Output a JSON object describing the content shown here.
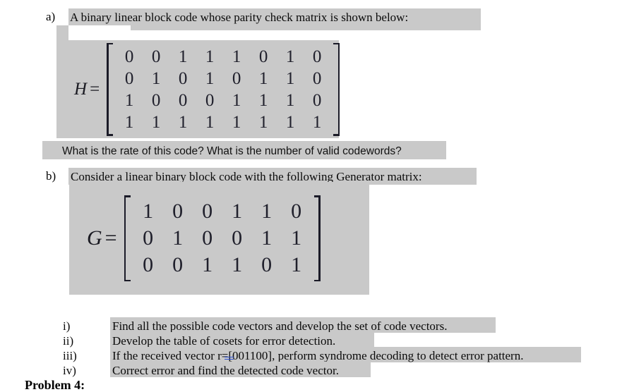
{
  "document": {
    "items": [
      {
        "marker": "a)",
        "text": "A binary linear block code whose parity check matrix is shown below:"
      },
      {
        "marker": "b)",
        "text": "Consider a linear binary block code with the following Generator matrix:"
      }
    ],
    "question_line": "What is the rate of this code? What is the number of valid codewords?",
    "matrices": [
      {
        "label": "H",
        "equals": "=",
        "rows": [
          [
            "0",
            "0",
            "1",
            "1",
            "1",
            "0",
            "1",
            "0"
          ],
          [
            "0",
            "1",
            "0",
            "1",
            "0",
            "1",
            "1",
            "0"
          ],
          [
            "1",
            "0",
            "0",
            "0",
            "1",
            "1",
            "1",
            "0"
          ],
          [
            "1",
            "1",
            "1",
            "1",
            "1",
            "1",
            "1",
            "1"
          ]
        ]
      },
      {
        "label": "G",
        "equals": "=",
        "rows": [
          [
            "1",
            "0",
            "0",
            "1",
            "1",
            "0"
          ],
          [
            "0",
            "1",
            "0",
            "0",
            "1",
            "1"
          ],
          [
            "0",
            "0",
            "1",
            "1",
            "0",
            "1"
          ]
        ]
      }
    ],
    "sub_items": [
      {
        "num": "i)",
        "text": "Find all the possible code vectors and develop the set of code vectors."
      },
      {
        "num": "ii)",
        "text": "Develop the table of cosets for error detection."
      },
      {
        "num": "iii)",
        "text": "If the received vector r=[001100], perform syndrome decoding to detect error pattern."
      },
      {
        "num": "iv)",
        "text": "Correct error and find the detected code vector."
      }
    ],
    "footer_title": "Problem 4:"
  },
  "colors": {
    "highlight": "#c9c9c9",
    "text": "#0a0a0a",
    "grammar_marker": "#2a4ed0",
    "page_background": "#ffffff"
  }
}
